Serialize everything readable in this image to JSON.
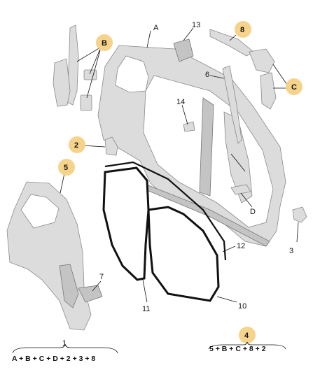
{
  "labels": {
    "A": "A",
    "B": "B",
    "C": "C",
    "D": "D",
    "n1": "1",
    "n2": "2",
    "n3": "3",
    "n4": "4",
    "n5": "5",
    "n6": "6",
    "n7": "7",
    "n8": "8",
    "n10": "10",
    "n11": "11",
    "n12": "12",
    "n13": "13",
    "n14": "14"
  },
  "formulas": {
    "kit1": "A + B + C + D + 2 + 3 + 8",
    "kit4": "5 + B + C + 8 + 2"
  },
  "colors": {
    "badge": "#f6d38a",
    "panel_fill": "#dcdcdc",
    "panel_stroke": "#8a8a8a",
    "seal": "#111111"
  }
}
